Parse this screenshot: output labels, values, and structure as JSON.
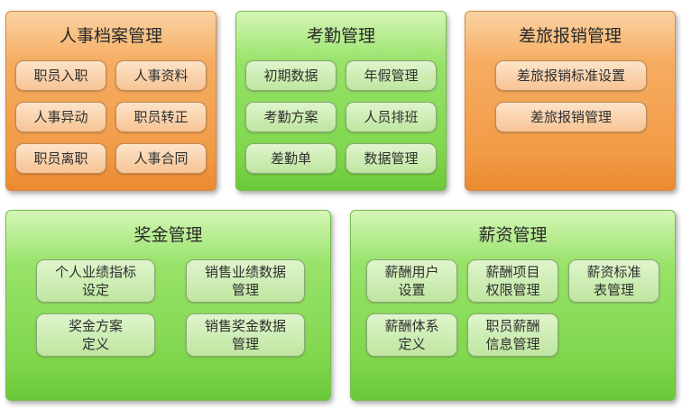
{
  "panels": {
    "hr_files": {
      "title": "人事档案管理",
      "items": [
        "职员入职",
        "人事资料",
        "人事异动",
        "职员转正",
        "职员离职",
        "人事合同"
      ]
    },
    "attendance": {
      "title": "考勤管理",
      "items": [
        "初期数据",
        "年假管理",
        "考勤方案",
        "人员排班",
        "差勤单",
        "数据管理"
      ]
    },
    "travel": {
      "title": "差旅报销管理",
      "items": [
        "差旅报销标准设置",
        "差旅报销管理"
      ]
    },
    "bonus": {
      "title": "奖金管理",
      "items": [
        "个人业绩指标\n设定",
        "销售业绩数据\n管理",
        "奖金方案\n定义",
        "销售奖金数据\n管理"
      ]
    },
    "salary": {
      "title": "薪资管理",
      "items": [
        "薪酬用户\n设置",
        "薪酬项目\n权限管理",
        "薪资标准\n表管理",
        "薪酬体系\n定义",
        "职员薪酬\n信息管理"
      ]
    }
  },
  "colors": {
    "orange_panel": "#f29a45",
    "green_panel": "#7fd64c"
  }
}
